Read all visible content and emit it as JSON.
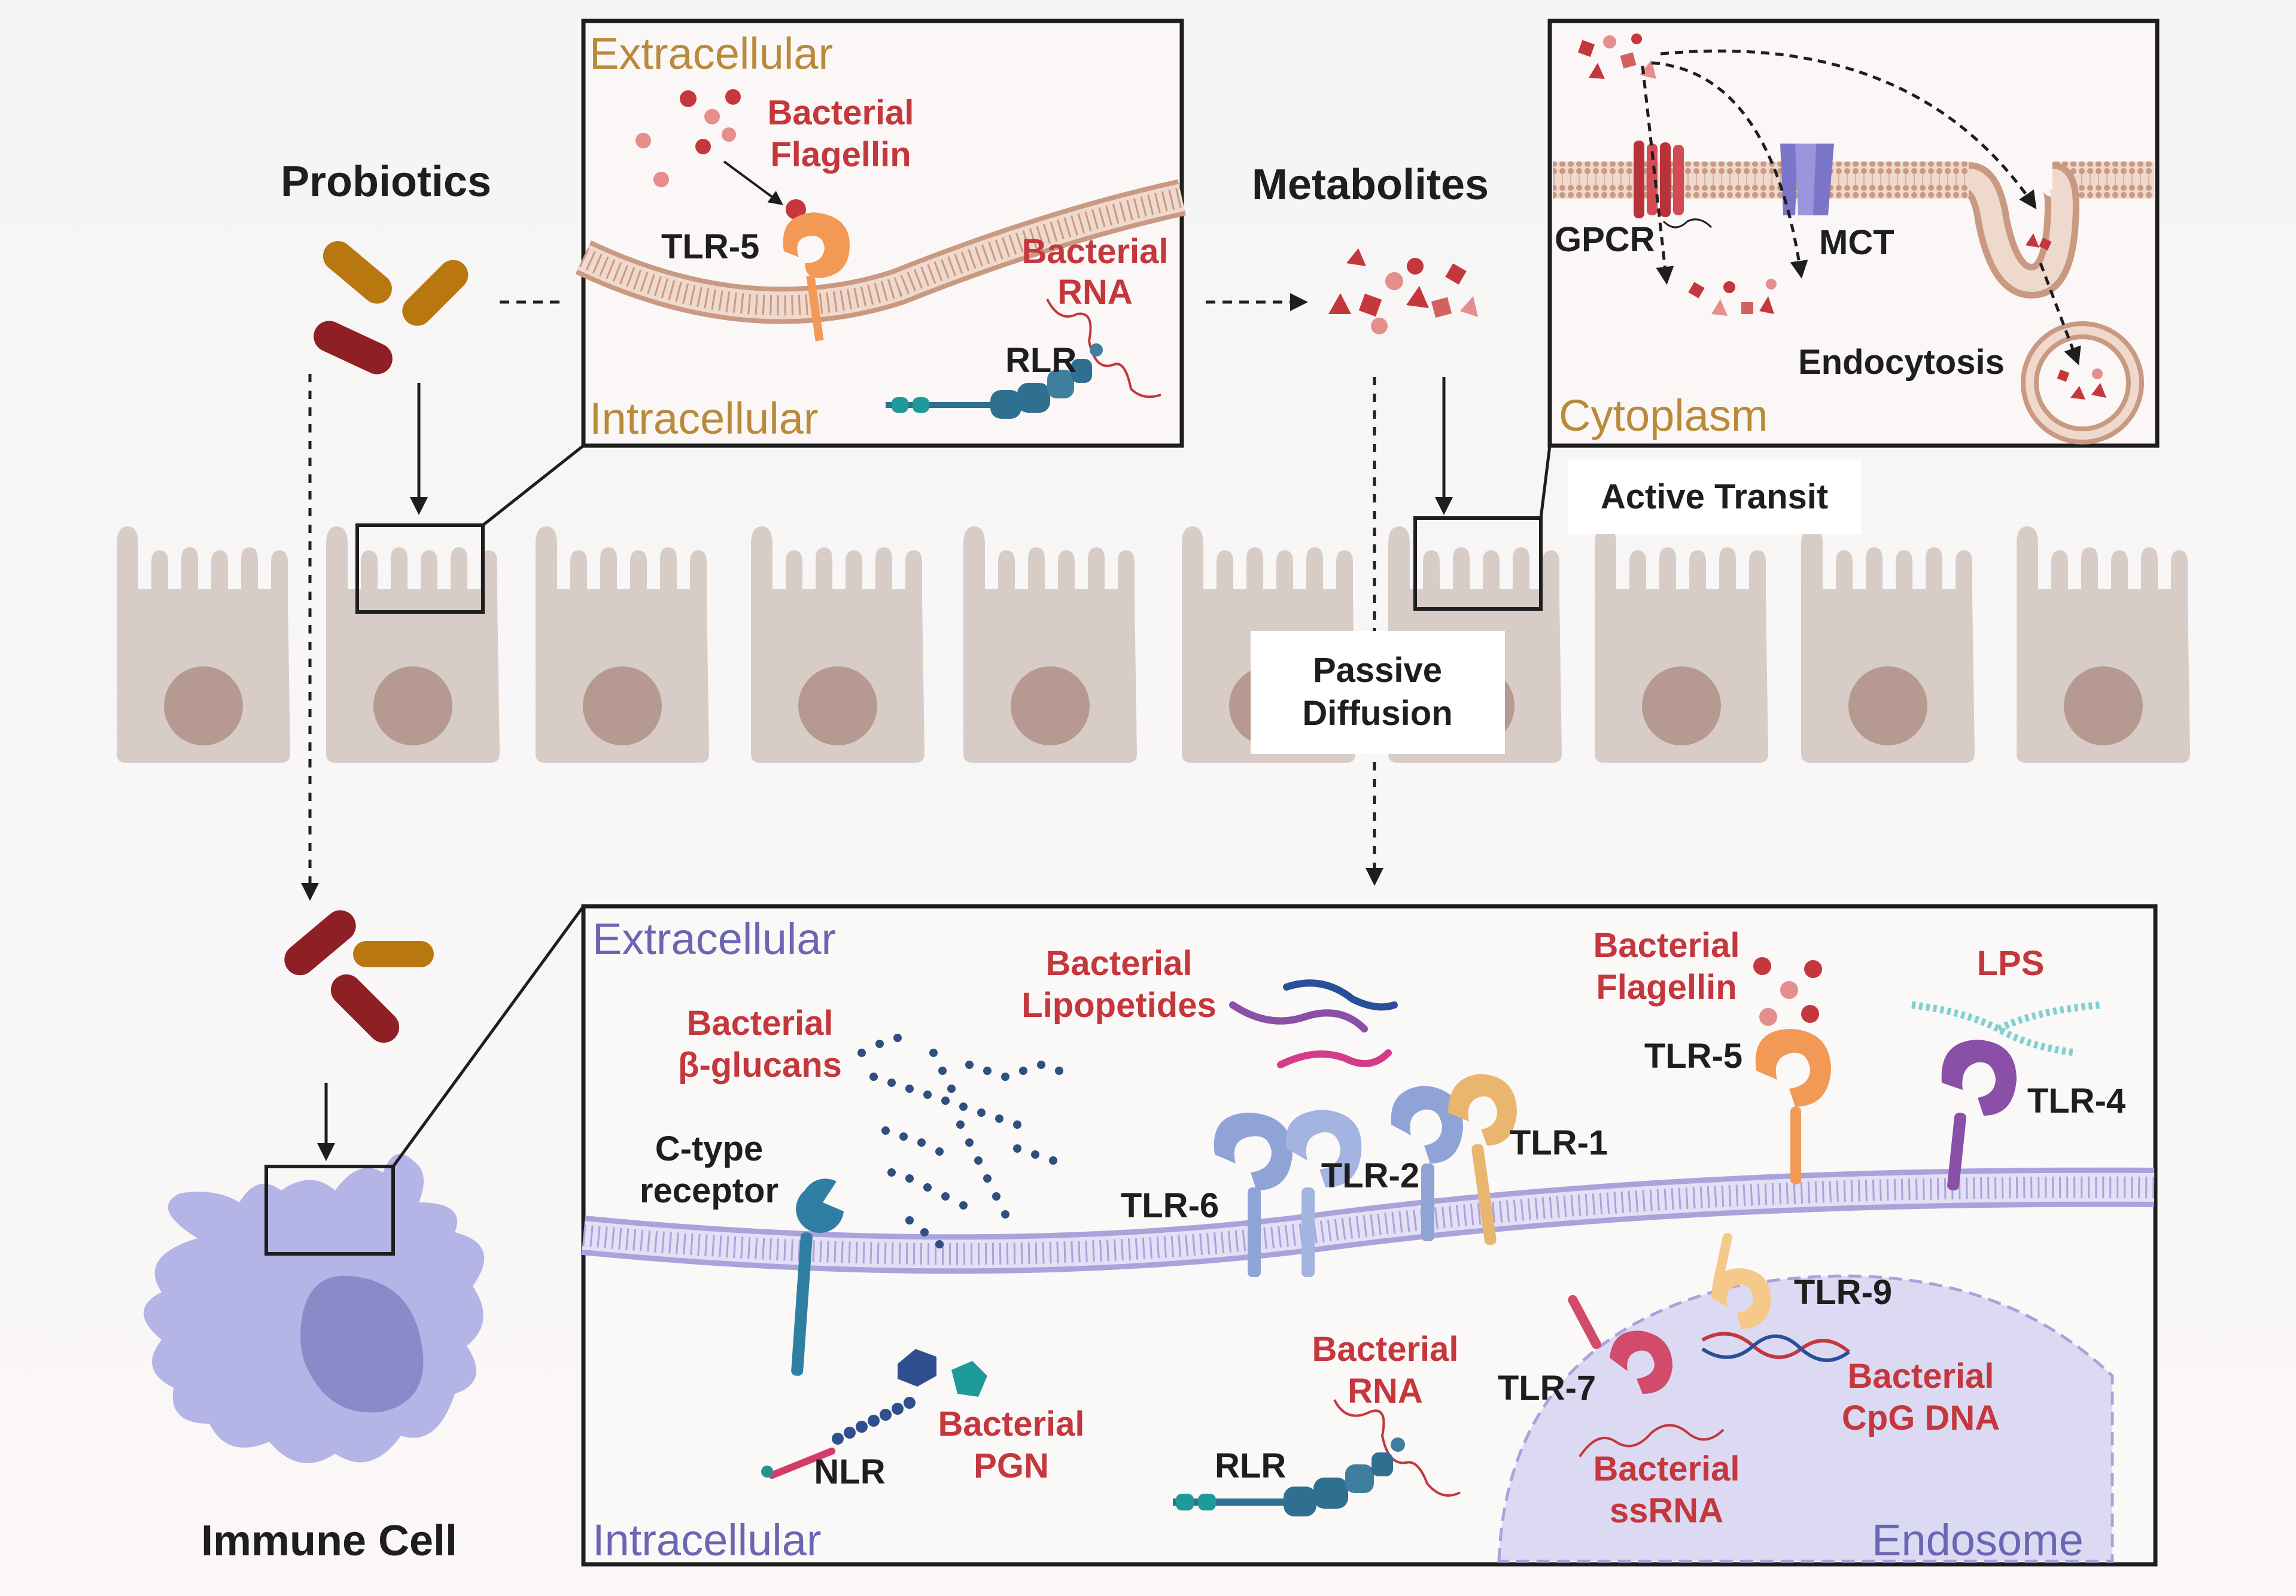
{
  "main": {
    "probiotics": "Probiotics",
    "metabolites": "Metabolites",
    "immune_cell": "Immune Cell",
    "passive_diffusion_line1": "Passive",
    "passive_diffusion_line2": "Diffusion",
    "active_transit": "Active Transit"
  },
  "epithelial_panel": {
    "extracellular": "Extracellular",
    "intracellular": "Intracellular",
    "flagellin_line1": "Bacterial",
    "flagellin_line2": "Flagellin",
    "tlr5": "TLR-5",
    "rna_line1": "Bacterial",
    "rna_line2": "RNA",
    "rlr": "RLR"
  },
  "transport_panel": {
    "cytoplasm": "Cytoplasm",
    "gpcr": "GPCR",
    "mct": "MCT",
    "endocytosis": "Endocytosis"
  },
  "immune_panel": {
    "extracellular": "Extracellular",
    "intracellular": "Intracellular",
    "endosome": "Endosome",
    "glucans_line1": "Bacterial",
    "glucans_line2": "β-glucans",
    "ctype_line1": "C-type",
    "ctype_line2": "receptor",
    "lipopeptides_line1": "Bacterial",
    "lipopeptides_line2": "Lipopetides",
    "tlr6": "TLR-6",
    "tlr2": "TLR-2",
    "tlr1": "TLR-1",
    "flagellin_line1": "Bacterial",
    "flagellin_line2": "Flagellin",
    "tlr5": "TLR-5",
    "lps": "LPS",
    "tlr4": "TLR-4",
    "nlr": "NLR",
    "pgn_line1": "Bacterial",
    "pgn_line2": "PGN",
    "rna_line1": "Bacterial",
    "rna_line2": "RNA",
    "rlr": "RLR",
    "tlr7": "TLR-7",
    "ssrna_line1": "Bacterial",
    "ssrna_line2": "ssRNA",
    "tlr9": "TLR-9",
    "cpg_line1": "Bacterial",
    "cpg_line2": "CpG DNA"
  },
  "colors": {
    "bacteria_red": "#8e1f24",
    "bacteria_gold": "#b9780f",
    "cell": "#d8ccc6",
    "nucleus": "#b69a91",
    "immune_cell": "#b4b4e6",
    "membrane_brown": "#d9b3a0",
    "membrane_purple": "#c8c4ee",
    "tlr5_orange": "#f29a55",
    "tlr4_purple": "#8a4fa6",
    "tlr2_blue": "#8fa3d6",
    "tlr1_tan": "#e8b66f",
    "tlr7_pink": "#d24b6a",
    "tlr9_yellow": "#f5c98a",
    "rlr_teal": "#2f6f8f"
  }
}
